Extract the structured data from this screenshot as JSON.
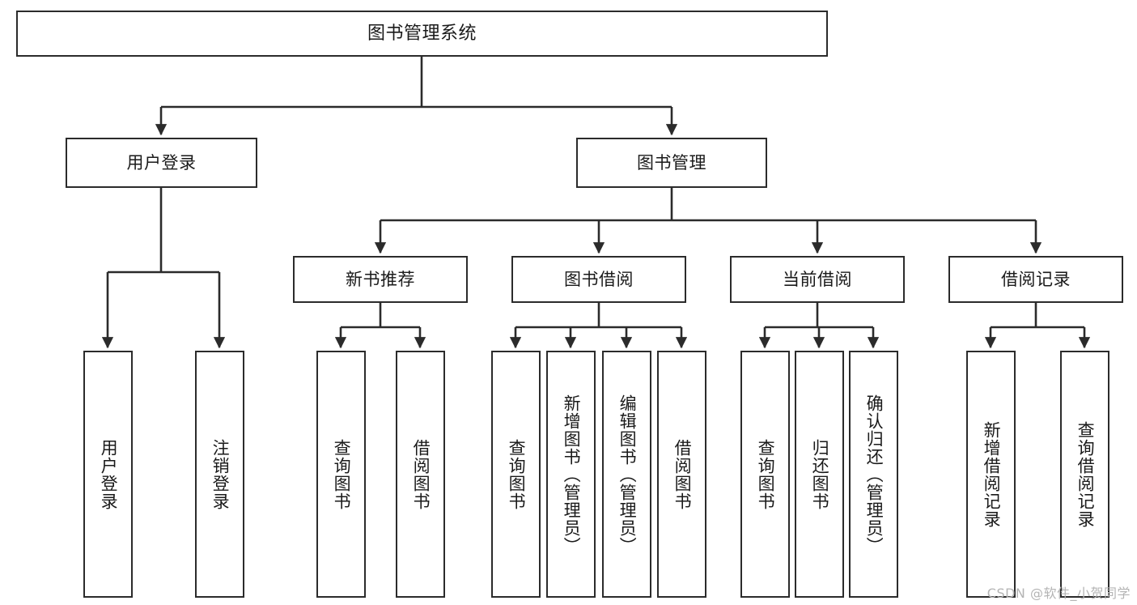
{
  "diagram": {
    "title": "图书管理系统",
    "watermark": "CSDN @软件_小贺同学",
    "colors": {
      "stroke": "#2b2b2b",
      "fill": "#ffffff",
      "text": "#1a1a1a",
      "watermark": "#b4b4b4"
    },
    "nodes": {
      "root": {
        "label": "图书管理系统"
      },
      "level1": [
        {
          "label": "用户登录"
        },
        {
          "label": "图书管理"
        }
      ],
      "level2": [
        {
          "label": "新书推荐"
        },
        {
          "label": "图书借阅"
        },
        {
          "label": "当前借阅"
        },
        {
          "label": "借阅记录"
        }
      ],
      "leaves": {
        "user_login": [
          {
            "label": "用户登录"
          },
          {
            "label": "注销登录"
          }
        ],
        "new_book": [
          {
            "label": "查询图书"
          },
          {
            "label": "借阅图书"
          }
        ],
        "book_borrow": [
          {
            "label": "查询图书"
          },
          {
            "label": "新增图书（管理员）"
          },
          {
            "label": "编辑图书（管理员）"
          },
          {
            "label": "借阅图书"
          }
        ],
        "current_borrow": [
          {
            "label": "查询图书"
          },
          {
            "label": "归还图书"
          },
          {
            "label": "确认归还（管理员）"
          }
        ],
        "borrow_record": [
          {
            "label": "新增借阅记录"
          },
          {
            "label": "查询借阅记录"
          }
        ]
      }
    }
  }
}
